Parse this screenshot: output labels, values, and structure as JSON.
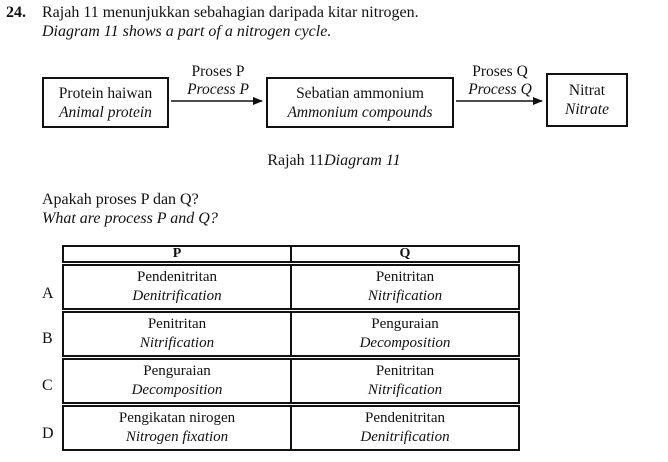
{
  "question": {
    "number": "24.",
    "stem_ms": "Rajah 11 menunjukkan sebahagian daripada kitar nitrogen.",
    "stem_en": "Diagram 11 shows a part of a nitrogen cycle."
  },
  "diagram": {
    "box1": {
      "ms": "Protein haiwan",
      "en": "Animal protein"
    },
    "arrow1": {
      "ms": "Proses P",
      "en": "Process P"
    },
    "box2": {
      "ms": "Sebatian ammonium",
      "en": "Ammonium compounds"
    },
    "arrow2": {
      "ms": "Proses Q",
      "en": "Process Q"
    },
    "box3": {
      "ms": "Nitrat",
      "en": "Nitrate"
    },
    "caption_ms": "Rajah 11",
    "caption_en": "Diagram 11"
  },
  "prompt": {
    "ms": "Apakah proses P dan Q?",
    "en": "What are process P and Q?"
  },
  "table": {
    "headers": [
      "P",
      "Q"
    ],
    "options": [
      {
        "letter": "A",
        "p_ms": "Pendenitritan",
        "p_en": "Denitrification",
        "q_ms": "Penitritan",
        "q_en": "Nitrification"
      },
      {
        "letter": "B",
        "p_ms": "Penitritan",
        "p_en": "Nitrification",
        "q_ms": "Penguraian",
        "q_en": "Decomposition"
      },
      {
        "letter": "C",
        "p_ms": "Penguraian",
        "p_en": "Decomposition",
        "q_ms": "Penitritan",
        "q_en": "Nitrification"
      },
      {
        "letter": "D",
        "p_ms": "Pengikatan nirogen",
        "p_en": "Nitrogen fixation",
        "q_ms": "Pendenitritan",
        "q_en": "Denitrification"
      }
    ]
  }
}
